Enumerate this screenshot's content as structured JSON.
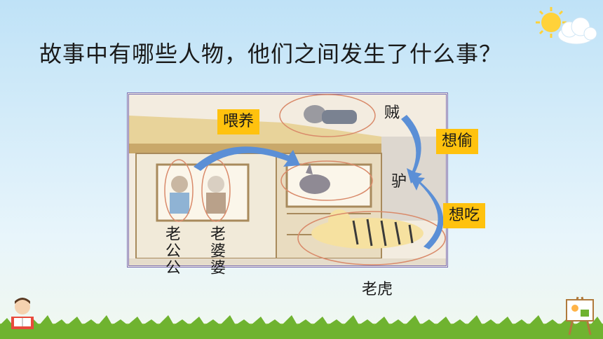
{
  "title": "故事中有哪些人物，他们之间发生了什么事？",
  "labels": {
    "feed": "喂养",
    "want_steal": "想偷",
    "want_eat": "想吃"
  },
  "characters": {
    "thief": "贼",
    "donkey": "驴",
    "old_man": "老公公",
    "old_woman": "老婆婆",
    "tiger": "老虎"
  },
  "colors": {
    "label_bg": "#ffc20e",
    "circle": "#d98a6a",
    "arrow": "#5b8fd6"
  }
}
